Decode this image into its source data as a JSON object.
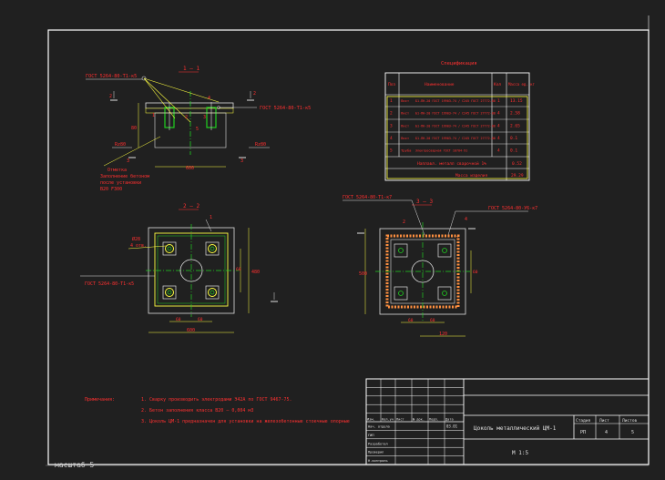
{
  "drawing": {
    "title": "Цоколь металлический ЦМ-1",
    "scale": "М 1:5",
    "stage_header": "Стадия",
    "sheet_header": "Лист",
    "sheets_header": "Листов",
    "stage": "РП",
    "sheet": "4",
    "sheets": "5",
    "date": "03.01"
  },
  "status_bar": "масштаб 5",
  "sections": {
    "s1": "1 – 1",
    "s2": "2 – 2",
    "s3": "3 – 3"
  },
  "spec": {
    "title": "Спецификация",
    "headers": [
      "Поз",
      "Наименование",
      "Кол",
      "Масса ед. кг"
    ],
    "rows": [
      {
        "pos": "1",
        "label": "Лист",
        "name": "Б1-ПН-20 ГОСТ 19903-74 / С245 ГОСТ 27772-88",
        "qty": "1",
        "mass": "13.15"
      },
      {
        "pos": "2",
        "label": "Лист",
        "name": "Б1-ПН-20 ГОСТ 19903-74 / С245 ГОСТ 27772-88",
        "qty": "4",
        "mass": "2.58"
      },
      {
        "pos": "3",
        "label": "Лист",
        "name": "Б1-ПН-20 ГОСТ 19903-74 / С245 ГОСТ 27772-88",
        "qty": "4",
        "mass": "2.65"
      },
      {
        "pos": "4",
        "label": "Лист",
        "name": "Б1-ПН-20 ГОСТ 19903-74 / С245 ГОСТ 27772-88",
        "qty": "4",
        "mass": "0.1"
      },
      {
        "pos": "5",
        "label": "Труба",
        "name": "Электросварная ГОСТ 10704-91",
        "qty": "4",
        "mass": "0.1"
      }
    ],
    "weld_label": "Наплавл. металл сварочной 1%",
    "weld_value": "0.52",
    "total_label": "Масса изделия",
    "total_value": "29.29"
  },
  "annotations": {
    "gost_a": "ГОСТ 5264-80-Т1-к5",
    "gost_b": "ГОСТ 5264-80-Т1-к5",
    "gost_c": "ГОСТ 5264-80-Т1-к5",
    "gost_d": "ГОСТ 5264-80-Т1-к7",
    "gost_e": "ГОСТ 5264-80-У6-к7",
    "fill_note_1": "Отметка",
    "fill_note_2": "Заполнение бетоном",
    "fill_note_3": "после установки",
    "fill_note_4": "В20 F300",
    "hole_note_1": "Ø28",
    "hole_note_2": "4 отв.",
    "dim_600": "600",
    "dim_60": "60",
    "dim_480": "480",
    "dim_240": "240",
    "dim_500": "500",
    "dim_120": "120",
    "r_left": "Rz80",
    "r_right": "Rz80"
  },
  "notes": {
    "label": "Примечания:",
    "items": [
      "1. Сварку производить электродами Э42А по ГОСТ 9467-75.",
      "2. Бетон заполнения класса В20 – 0,004 м3",
      "3. Цоколь ЦМ-1 предназначен для установки на железобетонные стоечные опорные"
    ]
  },
  "stamp": {
    "cols": [
      "Изм.",
      "Кол.уч",
      "Лист",
      "№ док.",
      "Подп.",
      "Дата"
    ],
    "rows": [
      "Нач. отдела",
      "ГИП",
      "Разработал",
      "Проверил",
      "Н.контроль"
    ]
  },
  "colors": {
    "background": "#202020",
    "red": "#ff3030",
    "yellow": "#ffff40",
    "green": "#20d020",
    "white": "#e0e0e0",
    "frame": "#ffffff"
  }
}
